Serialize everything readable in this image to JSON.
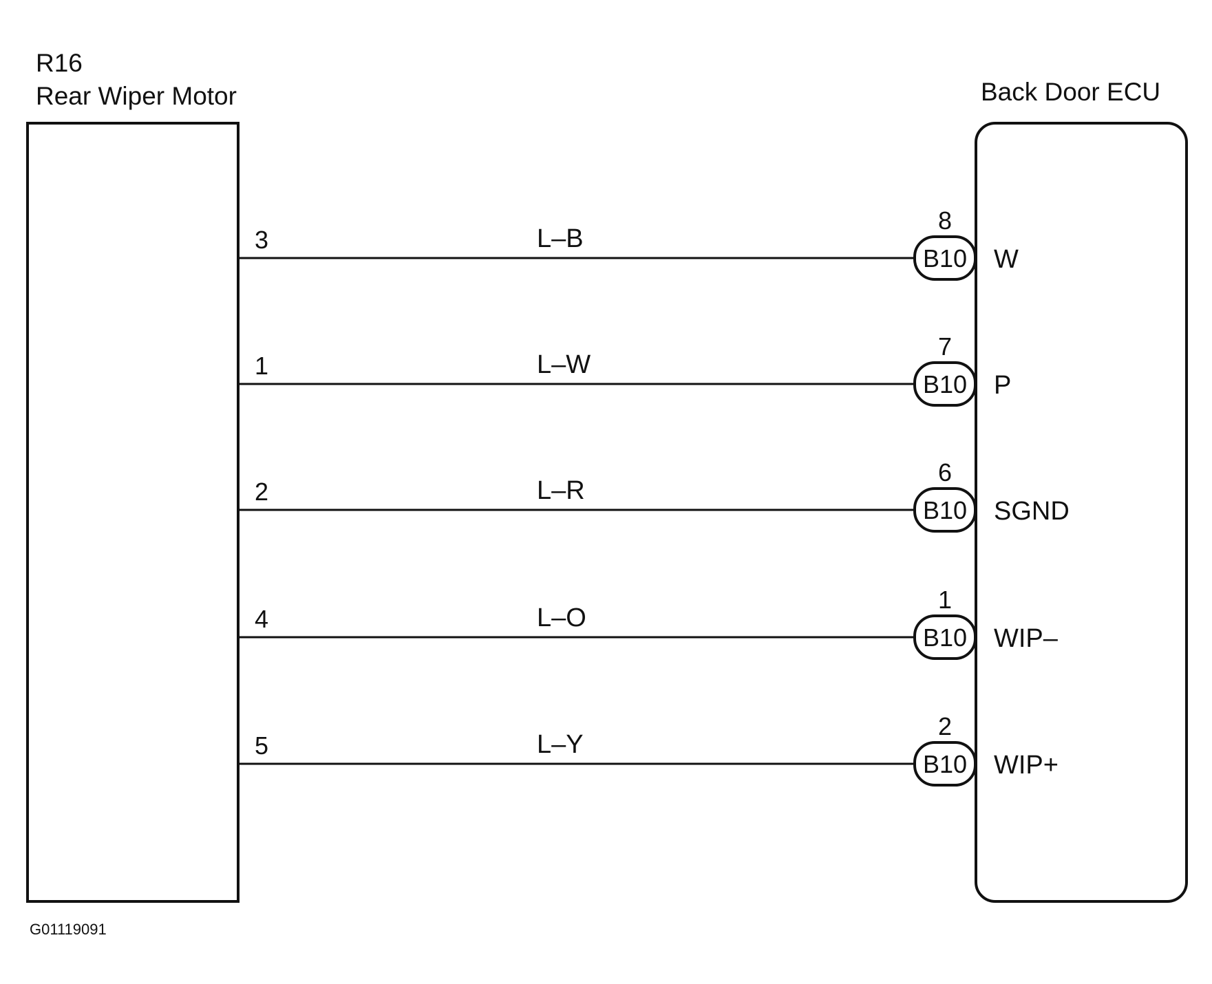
{
  "left_component": {
    "ref": "R16",
    "name": "Rear Wiper Motor"
  },
  "right_component": {
    "name": "Back Door ECU"
  },
  "wires": [
    {
      "motor_pin": "3",
      "color_code": "L–B",
      "ecu_pin": "8",
      "connector": "B10",
      "signal": "W"
    },
    {
      "motor_pin": "1",
      "color_code": "L–W",
      "ecu_pin": "7",
      "connector": "B10",
      "signal": "P"
    },
    {
      "motor_pin": "2",
      "color_code": "L–R",
      "ecu_pin": "6",
      "connector": "B10",
      "signal": "SGND"
    },
    {
      "motor_pin": "4",
      "color_code": "L–O",
      "ecu_pin": "1",
      "connector": "B10",
      "signal": "WIP–"
    },
    {
      "motor_pin": "5",
      "color_code": "L–Y",
      "ecu_pin": "2",
      "connector": "B10",
      "signal": "WIP+"
    }
  ],
  "figure_code": "G01119091"
}
